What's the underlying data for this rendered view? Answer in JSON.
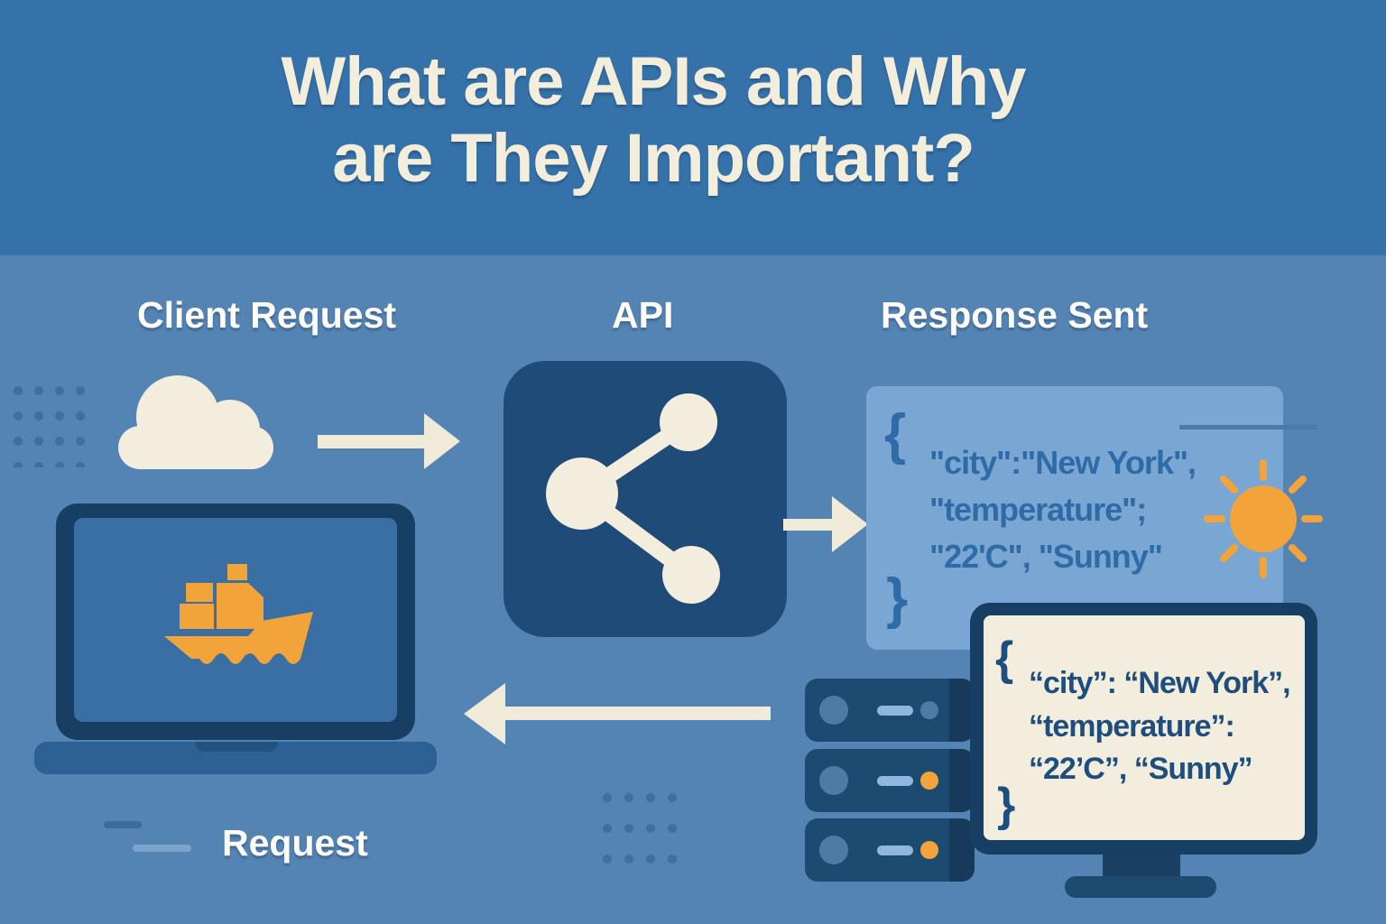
{
  "banner": {
    "title_line1": "What are APIs and Why",
    "title_line2": "are They Important?"
  },
  "labels": {
    "client_request": "Client Request",
    "api": "API",
    "response_sent": "Response Sent",
    "request": "Request"
  },
  "response_box": {
    "brace_open": "{",
    "line1": "\"city\":\"New York\",",
    "line2": "\"temperature\";",
    "line3": "\"22'C\", \"Sunny\"",
    "brace_close": "}"
  },
  "monitor_screen": {
    "brace_open": "{",
    "line1": "“city”: “New York”,",
    "line2": "“temperature”:",
    "line3": "“22’C”, “Sunny”",
    "brace_close": "}"
  },
  "icons": {
    "cloud": "cloud-icon",
    "ship": "cargo-ship-icon",
    "api": "share-nodes-icon",
    "sun": "sun-icon",
    "servers": "server-stack-icon",
    "laptop": "laptop-icon",
    "monitor": "monitor-icon",
    "arrow_right": "arrow-right-icon",
    "arrow_left": "arrow-left-icon"
  },
  "colors": {
    "banner_bg": "#3472a9",
    "main_bg": "#5484b4",
    "cream": "#f3edde",
    "navy_frame": "#173f63",
    "api_box": "#1e4b77",
    "server": "#1d4a70",
    "response_box_bg": "#7aa6d3",
    "response_text": "#2f6ba6",
    "monitor_text": "#1d4e7e",
    "orange": "#f2a43a"
  }
}
